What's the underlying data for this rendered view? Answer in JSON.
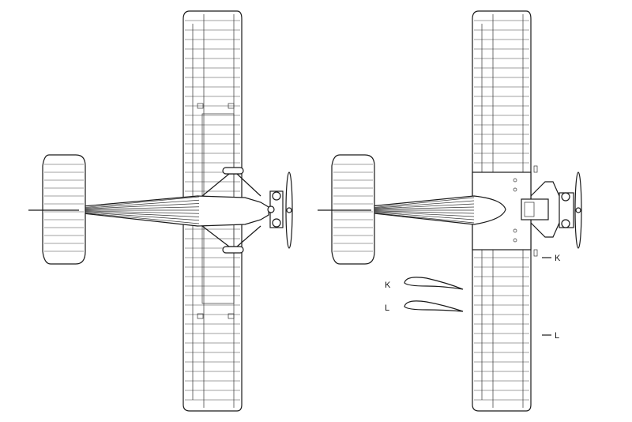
{
  "section_labels": {
    "profile_k": "K",
    "profile_l": "L",
    "station_k": "K",
    "station_l": "L"
  },
  "colors": {
    "line": "#1a1a1a",
    "background": "#ffffff"
  }
}
